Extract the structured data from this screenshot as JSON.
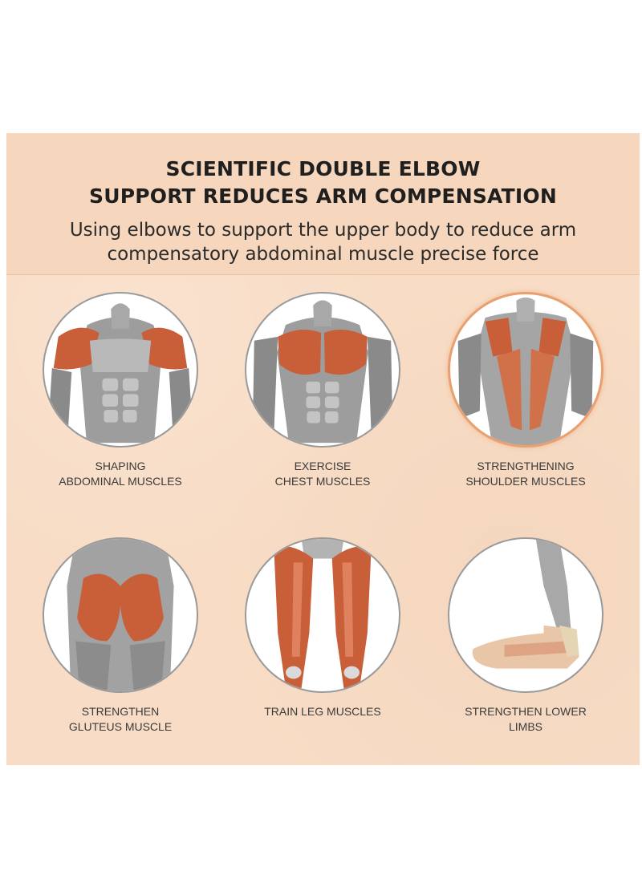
{
  "header": {
    "title_line1": "SCIENTIFIC DOUBLE ELBOW",
    "title_line2": "SUPPORT REDUCES ARM COMPENSATION",
    "subtitle_line1": "Using elbows to support the upper body to reduce arm",
    "subtitle_line2": "compensatory abdominal muscle precise force"
  },
  "colors": {
    "background": "#f8dcc5",
    "muscle_highlight": "#c95f38",
    "anatomy_gray": "#8e8e8e",
    "active_ring": "#e9a070"
  },
  "cards": [
    {
      "icon": "abdominal-muscles-illustration",
      "line1": "SHAPING",
      "line2": "ABDOMINAL MUSCLES"
    },
    {
      "icon": "chest-muscles-illustration",
      "line1": "EXERCISE",
      "line2": "CHEST MUSCLES"
    },
    {
      "icon": "shoulder-muscles-illustration",
      "line1": "STRENGTHENING",
      "line2": "SHOULDER MUSCLES"
    },
    {
      "icon": "gluteus-muscle-illustration",
      "line1": "STRENGTHEN",
      "line2": "GLUTEUS MUSCLE"
    },
    {
      "icon": "leg-muscles-illustration",
      "line1": "TRAIN LEG MUSCLES",
      "line2": ""
    },
    {
      "icon": "lower-limbs-illustration",
      "line1": "STRENGTHEN LOWER",
      "line2": "LIMBS"
    }
  ]
}
